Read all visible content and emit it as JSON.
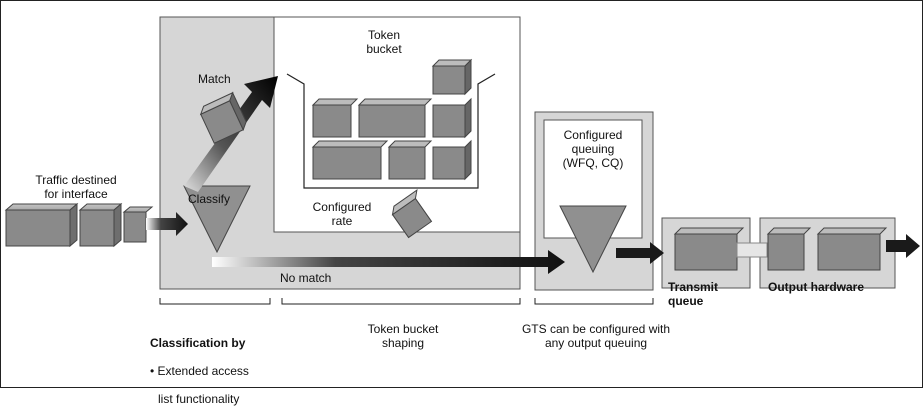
{
  "labels": {
    "traffic": "Traffic destined\nfor interface",
    "match": "Match",
    "classify": "Classify",
    "token_bucket": "Token\nbucket",
    "configured_rate": "Configured\nrate",
    "configured_queuing": "Configured\nqueuing\n(WFQ, CQ)",
    "no_match": "No match",
    "transmit_queue": "Transmit\nqueue",
    "output_hardware": "Output hardware",
    "classification_title": "Classification by",
    "classification_items": [
      "Extended access",
      "list functionality"
    ],
    "token_bucket_shaping": "Token bucket\nshaping",
    "gts_note": "GTS can be configured with\nany output queuing"
  },
  "colors": {
    "panel_fill": "#d6d6d6",
    "block_gray": "#8a8a8a",
    "arrow_dark": "#1a1a1a"
  }
}
